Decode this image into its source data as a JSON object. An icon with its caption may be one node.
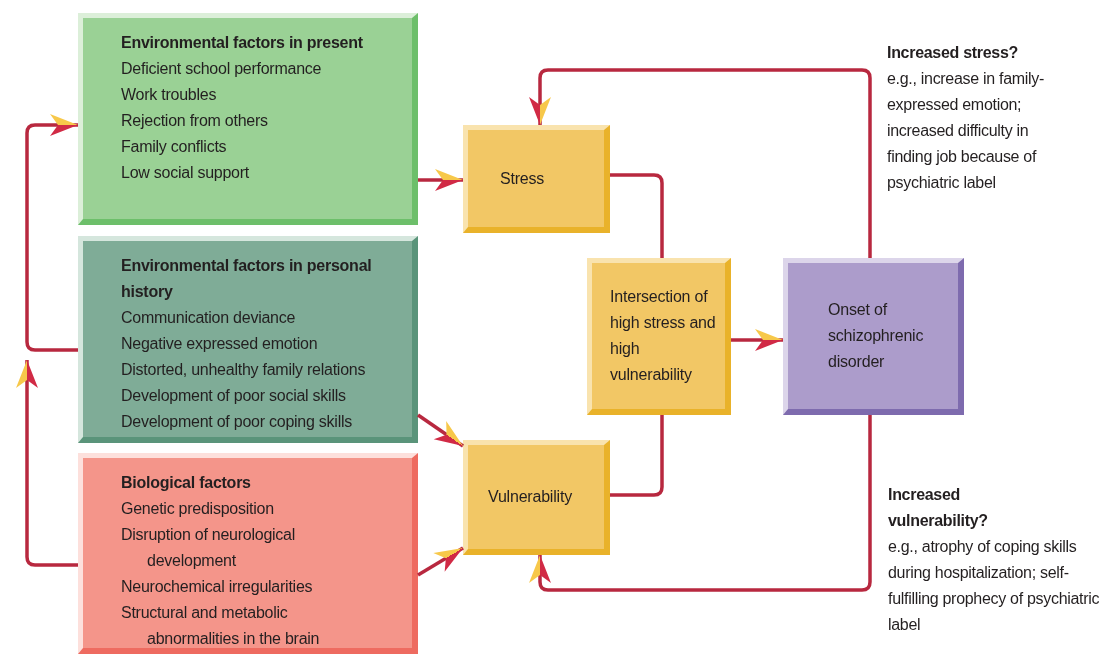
{
  "diagram": {
    "nodes": [
      {
        "text": [
          "Environmental factors in present",
          "Deficient school performance",
          "Work troubles",
          "Rejection from others",
          "Family conflicts",
          "Low social support"
        ]
      },
      {
        "text": [
          "Environmental factors in personal history",
          "Communication deviance",
          "Negative expressed emotion",
          "Distorted, unhealthy family relations",
          "Development of poor social skills",
          "Development of poor coping skills"
        ]
      },
      {
        "text": [
          "Biological factors",
          "Genetic predisposition",
          "Disruption of neurological development",
          "Neurochemical irregularities",
          "Structural and metabolic abnormalities in the brain"
        ]
      },
      {
        "text": [
          "Stress"
        ]
      },
      {
        "text": [
          "Intersection of high stress and high vulnerability"
        ]
      },
      {
        "text": [
          "Vulnerability"
        ]
      },
      {
        "text": [
          "Onset of schizophrenic disorder"
        ]
      }
    ],
    "edges": [
      {
        "from": 0,
        "to": 3,
        "arrow": "to"
      },
      {
        "from": 1,
        "to": 5,
        "arrow": "to"
      },
      {
        "from": 2,
        "to": 5,
        "arrow": "to"
      },
      {
        "from": 3,
        "to": 4,
        "arrow": "none"
      },
      {
        "from": 5,
        "to": 4,
        "arrow": "none"
      },
      {
        "from": 4,
        "to": 6,
        "arrow": "to"
      },
      {
        "from": 6,
        "to": 3,
        "arrow": "to"
      },
      {
        "from": 6,
        "to": 5,
        "arrow": "to"
      },
      {
        "from": 1,
        "to": 0,
        "arrow": "to"
      },
      {
        "from": 2,
        "to": null,
        "arrow": "to"
      }
    ],
    "labels": [
      "Increased stress?",
      "e.g., increase in family-expressed emotion; increased difficulty in finding job because of psychiatric label",
      "Increased vulnerability?",
      "e.g., atrophy of coping skills during hospitalization; self-fulfilling prophecy of psychiatric label"
    ]
  }
}
